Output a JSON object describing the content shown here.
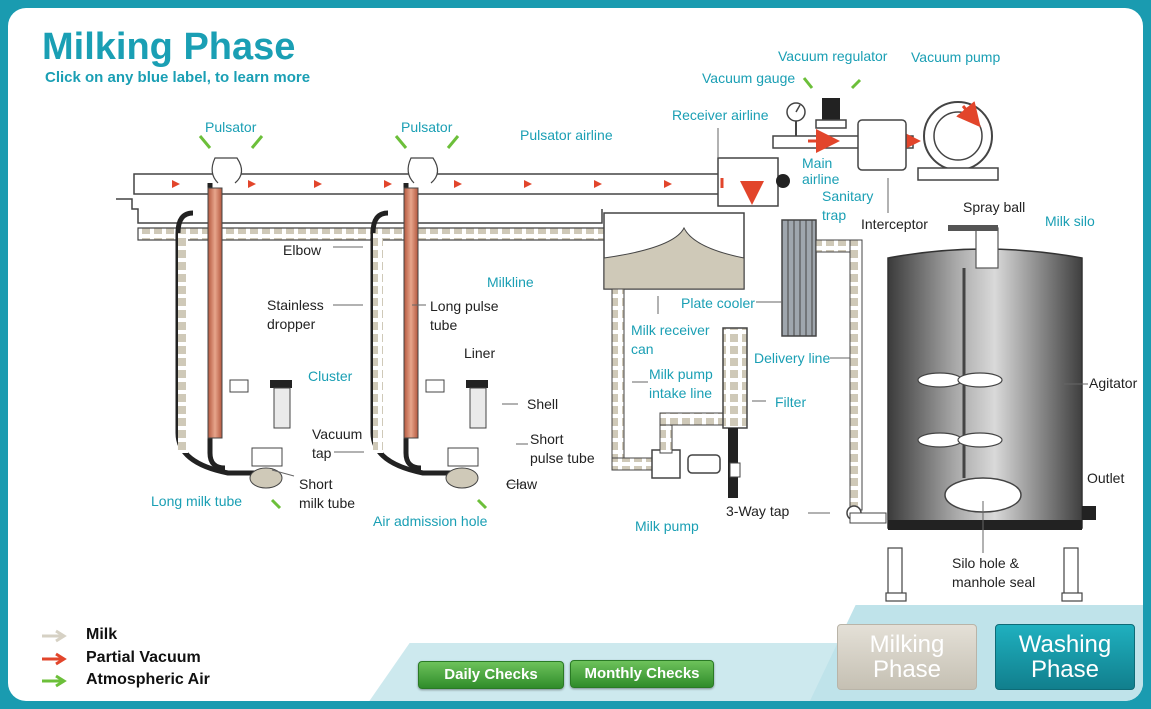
{
  "header": {
    "title": "Milking Phase",
    "subtitle": "Click on any blue label, to learn more"
  },
  "labels": {
    "pulsator_1": "Pulsator",
    "pulsator_2": "Pulsator",
    "pulsator_airline": "Pulsator airline",
    "receiver_airline": "Receiver airline",
    "vacuum_gauge": "Vacuum gauge",
    "vacuum_regulator": "Vacuum regulator",
    "vacuum_pump": "Vacuum pump",
    "main_airline_1": "Main",
    "main_airline_2": "airline",
    "sanitary_trap_1": "Sanitary",
    "sanitary_trap_2": "trap",
    "interceptor": "Interceptor",
    "spray_ball": "Spray ball",
    "milk_silo": "Milk silo",
    "elbow": "Elbow",
    "milkline": "Milkline",
    "plate_cooler": "Plate cooler",
    "stainless_1": "Stainless",
    "stainless_2": "dropper",
    "long_pulse_1": "Long pulse",
    "long_pulse_2": "tube",
    "milk_receiver_1": "Milk receiver",
    "milk_receiver_2": "can",
    "delivery_line": "Delivery line",
    "liner": "Liner",
    "cluster": "Cluster",
    "shell": "Shell",
    "milk_pump_intake_1": "Milk pump",
    "milk_pump_intake_2": "intake line",
    "filter": "Filter",
    "agitator": "Agitator",
    "vacuum_tap_1": "Vacuum",
    "vacuum_tap_2": "tap",
    "short_pulse_1": "Short",
    "short_pulse_2": "pulse tube",
    "outlet": "Outlet",
    "claw": "Claw",
    "short_milk_1": "Short",
    "short_milk_2": "milk tube",
    "long_milk_tube": "Long milk tube",
    "air_admission_hole": "Air admission hole",
    "three_way_tap": "3-Way tap",
    "milk_pump": "Milk pump",
    "silo_hole_1": "Silo hole &",
    "silo_hole_2": "manhole seal"
  },
  "legend": {
    "milk": "Milk",
    "partial_vacuum": "Partial Vacuum",
    "atmospheric_air": "Atmospheric Air"
  },
  "buttons": {
    "daily_checks": "Daily Checks",
    "monthly_checks": "Monthly Checks",
    "milking_phase_1": "Milking",
    "milking_phase_2": "Phase",
    "washing_phase_1": "Washing",
    "washing_phase_2": "Phase"
  },
  "colors": {
    "accent": "#1a9fb4",
    "milk": "#d6d1c4",
    "vacuum": "#e2452b",
    "air": "#6cbf3a",
    "button_green": "#3f9e35"
  }
}
